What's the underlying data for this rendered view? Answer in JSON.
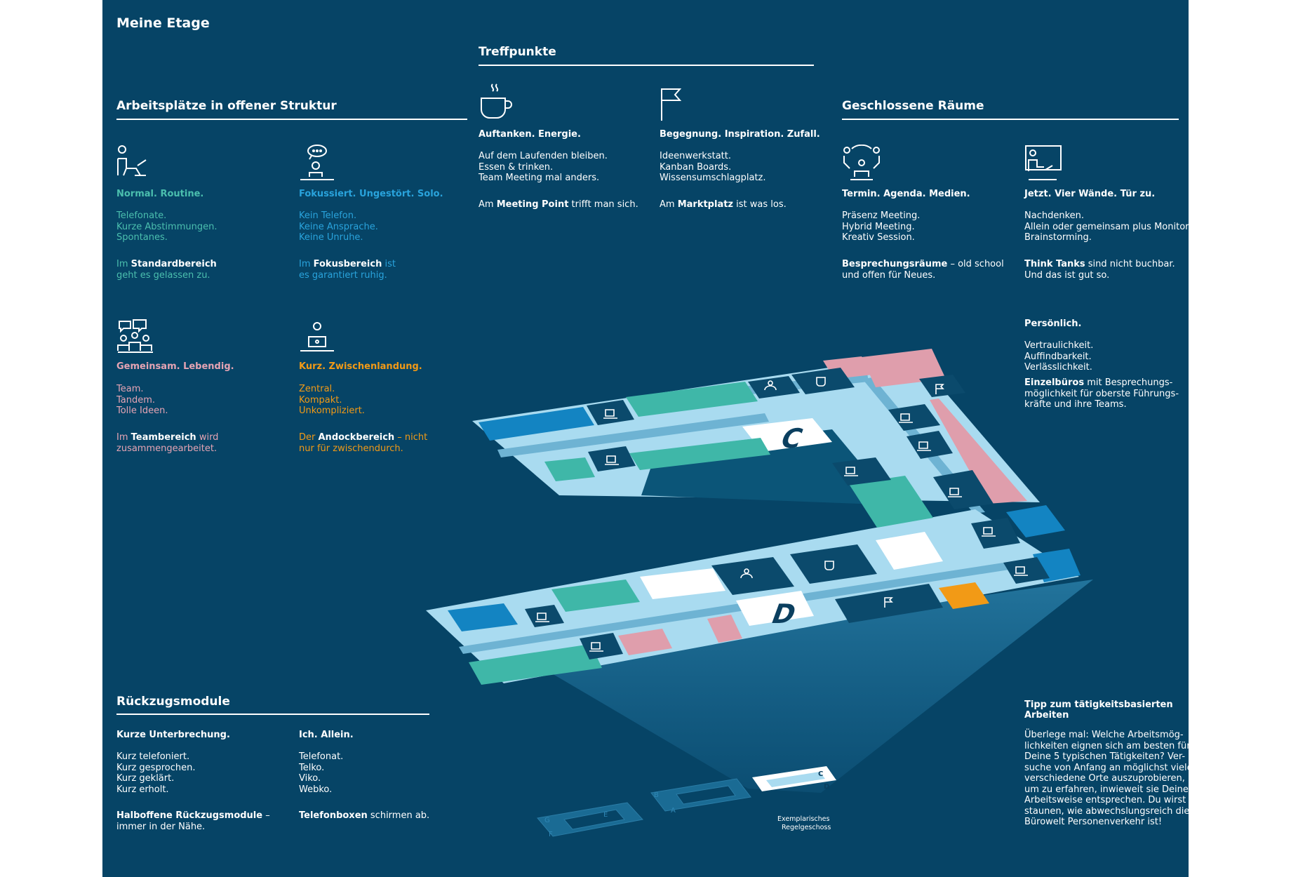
{
  "page_title": "Meine Etage",
  "colors": {
    "background": "#064466",
    "green": "#4bbfae",
    "blue": "#29a3dc",
    "pink": "#e5a4b4",
    "orange": "#f29a16"
  },
  "sections": {
    "open": {
      "title": "Arbeitsplätze in offener Struktur",
      "items": [
        {
          "icon": "person-at-desk-icon",
          "heading": "Normal. Routine.",
          "lines": [
            "Telefonate.",
            "Kurze Abstimmungen.",
            "Spontanes."
          ],
          "foot_pre": "Im ",
          "foot_bold": "Standardbereich",
          "foot_post_1": "",
          "foot_post_2": "geht es gelassen zu."
        },
        {
          "icon": "thinking-person-icon",
          "heading": "Fokussiert. Ungestört. Solo.",
          "lines": [
            "Kein Telefon.",
            "Keine Ansprache.",
            "Keine Unruhe."
          ],
          "foot_pre": "Im ",
          "foot_bold": "Fokusbereich",
          "foot_post_1": " ist",
          "foot_post_2": "es garantiert ruhig."
        },
        {
          "icon": "team-chat-icon",
          "heading": "Gemeinsam. Lebendig.",
          "lines": [
            "Team.",
            "Tandem.",
            "Tolle Ideen."
          ],
          "foot_pre": "Im ",
          "foot_bold": "Teambereich",
          "foot_post_1": " wird",
          "foot_post_2": "zusammengearbeitet."
        },
        {
          "icon": "laptop-person-icon",
          "heading": "Kurz. Zwischenlandung.",
          "lines": [
            "Zentral.",
            "Kompakt.",
            "Unkompliziert."
          ],
          "foot_pre": "Der ",
          "foot_bold": "Andockbereich",
          "foot_post_1": " – nicht",
          "foot_post_2": "nur für zwischendurch."
        }
      ]
    },
    "meeting": {
      "title": "Treffpunkte",
      "items": [
        {
          "icon": "coffee-cup-icon",
          "heading": "Auftanken. Energie.",
          "lines": [
            "Auf dem Laufenden bleiben.",
            "Essen & trinken.",
            "Team Meeting mal anders."
          ],
          "foot_pre": "Am ",
          "foot_bold": "Meeting Point",
          "foot_post": " trifft man sich."
        },
        {
          "icon": "flag-icon",
          "heading": "Begegnung. Inspiration. Zufall.",
          "lines": [
            "Ideenwerkstatt.",
            "Kanban Boards.",
            "Wissensumschlagplatz."
          ],
          "foot_pre": "Am ",
          "foot_bold": "Marktplatz",
          "foot_post": " ist was los."
        }
      ]
    },
    "closed": {
      "title": "Geschlossene Räume",
      "items": [
        {
          "icon": "meeting-group-icon",
          "heading": "Termin. Agenda. Medien.",
          "lines": [
            "Präsenz Meeting.",
            "Hybrid Meeting.",
            "Kreativ Session."
          ],
          "foot_bold": "Besprechungsräume",
          "foot_post_1": " – old school",
          "foot_post_2": "und offen für Neues."
        },
        {
          "icon": "think-tank-icon",
          "heading": "Jetzt. Vier Wände. Tür zu.",
          "lines": [
            "Nachdenken.",
            "Allein oder gemeinsam plus Monitor.",
            "Brainstorming."
          ],
          "foot_bold": "Think Tanks",
          "foot_post_1": " sind nicht buchbar.",
          "foot_post_2": "Und das ist gut so."
        }
      ],
      "personal": {
        "heading": "Persönlich.",
        "lines": [
          "Vertraulichkeit.",
          "Auffindbarkeit.",
          "Verlässlichkeit."
        ],
        "foot_bold": "Einzelbüros",
        "foot_post_1": " mit Besprechungs-",
        "foot_post_2": "möglichkeit für oberste Führungs-",
        "foot_post_3": "kräfte und ihre Teams."
      }
    },
    "retreat": {
      "title": "Rückzugsmodule",
      "items": [
        {
          "heading": "Kurze Unterbrechung.",
          "lines": [
            "Kurz telefoniert.",
            "Kurz gesprochen.",
            "Kurz geklärt.",
            "Kurz erholt."
          ],
          "foot_bold": "Halboffene Rückzugsmodule",
          "foot_post_1": " – ",
          "foot_post_2": "immer in der Nähe."
        },
        {
          "heading": "Ich. Allein.",
          "lines": [
            "Telefonat.",
            "Telko.",
            "Viko.",
            "Webko."
          ],
          "foot_bold": "Telefonboxen",
          "foot_post_1": " schirmen ab.",
          "foot_post_2": ""
        }
      ]
    },
    "tip": {
      "title_1": "Tipp zum tätigkeitsbasierten",
      "title_2": "Arbeiten",
      "lines": [
        "Überlege mal: Welche Arbeitsmög-",
        "lichkeiten eignen sich am besten für",
        "Deine 5 typischen Tätigkeiten? Ver-",
        "suche von Anfang an möglichst viele",
        "verschiedene Orte auszuprobieren,",
        "um zu erfahren, inwieweit sie Deiner",
        "Arbeitsweise entsprechen. Du wirst",
        "staunen, wie abwechslungsreich die",
        "Bürowelt Personenverkehr ist!"
      ]
    }
  },
  "floor_plan": {
    "wing_labels": {
      "upper": "C",
      "lower": "D"
    },
    "mini_labels": {
      "c": "C",
      "d": "D",
      "a": "A",
      "b": "B",
      "e": "E",
      "f": "F",
      "g": "G"
    },
    "caption_1": "Exemplarisches",
    "caption_2": "Regelgeschoss"
  }
}
